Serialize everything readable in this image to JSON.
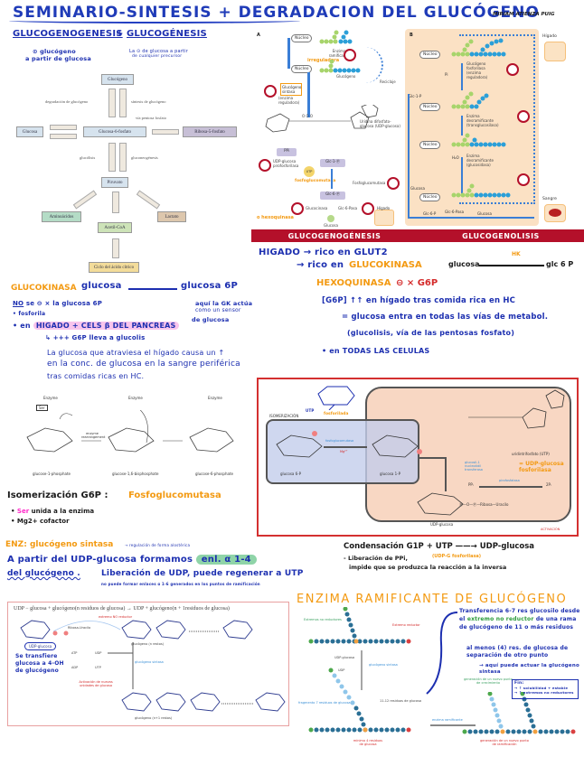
{
  "header": {
    "title": "SEMINARIO-SINTESIS + DEGRADACION DEL GLUCÓGENO",
    "author": "MIRIAM ATIENZA PUIG"
  },
  "intro": {
    "heading_left": "GLUCOGENOGENESIS",
    "plus": "+",
    "heading_right": "GLUCOGÉNESIS",
    "note_left_1": "⊙ glucógeno",
    "note_left_2": "a partir de glucosa",
    "note_right_1": "La ⊙ de glucosa a partir",
    "note_right_2": "de cualquier precursor"
  },
  "metabolic_map": {
    "nodes": {
      "glycogen": "Glucógeno",
      "glucose": "Glucosa",
      "g6p": "Glucosa-6-fosfato",
      "ribose5p": "Ribosa-5-fosfato",
      "pyruvate": "Piruvato",
      "amino_acids": "Aminoácidos",
      "lactate": "Lactato",
      "acetyl_coa": "Acetil-CoA",
      "citric_cycle": "Ciclo del ácido cítrico"
    },
    "labels": {
      "glycogen_degradation": "degradación de glucógeno",
      "glycogen_synthesis": "síntesis de glucógeno",
      "pentose_path": "vía pentosa fosfato",
      "glycolysis": "glucólisis",
      "gluconeogenesis": "gluconeogénesis"
    }
  },
  "figure_a": {
    "label": "A",
    "nucleus": "Núcleo",
    "branching_enzyme": "Enzima ramificante",
    "branching_note": "irreguladora",
    "glycogen": "Glucógeno",
    "recycle": "Reciclaje",
    "glycogen_synthase": "Glucógeno sintasa",
    "regulatory": "(enzima reguladora)",
    "udp_glucose": "Uridina difosfato-glucosa (UDP-glucosa)",
    "ppi": "PPi",
    "udp_pyro": "UDP-glucosa pirofosforilasa",
    "utp": "UTP",
    "glc1p": "Glc-1-Ⓟ",
    "glc6p": "Glc-6-Ⓟ",
    "phosphoglucomutase": "Fosfoglucomutasa",
    "phospho_note": "fosfoglucomutasa",
    "glucokinase": "Glucocinasa",
    "glc6pase": "Glc-6-Pasa",
    "hexokinase_note": "o hexoquinasa",
    "glucose": "Glucosa",
    "liver": "Hígado",
    "banner": "GLUCOGENOGÉNESIS"
  },
  "figure_b": {
    "label": "B",
    "liver": "Hígado",
    "nucleus": "Núcleo",
    "phosphorylase": "Glucógeno fosforilasa (enzima reguladora)",
    "pi": "Pi",
    "glc1p": "Glc-1-P",
    "debranch_trans": "Enzima desramificante (transglucosilasa)",
    "h2o": "H₂O",
    "debranch_gluco": "Enzima desramificante (glucosidasa)",
    "glucose_left": "Glucosa",
    "blood": "Sangre",
    "glc6p": "Glc-6-P",
    "glc6pase": "Glc-6-Pasa",
    "glucose_bottom": "Glucosa",
    "banner": "GLUCOGENOLISIS"
  },
  "liver_notes": {
    "line1": "HIGADO → rico en GLUT2",
    "line2_prefix": "→ rico en",
    "line2_highlight": "GLUCOKINASA",
    "reaction_from": "glucosa",
    "reaction_enzyme": "HK",
    "reaction_to": "glc 6 P"
  },
  "glucokinase": {
    "heading": "GLUCOKINASA",
    "reaction_from": "glucosa",
    "reaction_to": "glucosa 6P",
    "bullet1_no": "NO",
    "bullet1_rest": "se ⊖ × la glucosa 6P",
    "bullet2": "• fosforila",
    "bullet3_prefix": "• en",
    "bullet3_highlight": "HIGADO + CELS β DEL PANCREAS",
    "side_note_1": "aquí la GK actúa",
    "side_note_2": "como un sensor",
    "side_note_3": "de glucosa",
    "sub_note": "↳ +++ G6P lleva a glucolis",
    "para1": "La glucosa que atraviesa el hígado causa un ↑",
    "para2": "en la conc. de glucosa en la sangre periférica",
    "para3": "tras comidas ricas en HC."
  },
  "hexokinase": {
    "heading": "HEXOQUINASA",
    "inhibition": "⊖ × G6P",
    "line1": "[G6P] ↑↑ en hígado tras comida rica en HC",
    "line2": "= glucosa entra en todas las vías de metabol.",
    "line3": "(glucolisis, vía de las pentosas fosfato)",
    "line4": "• en TODAS LAS CELULAS"
  },
  "mechanism_figure": {
    "enzyme": "Enzyme",
    "ser": "Ser",
    "arrow_note": "enzyme rearrangement",
    "mol1": "glucose-1-phosphate",
    "mol2": "glucose-1,6-bisphosphate",
    "mol3": "glucose-6-phosphate"
  },
  "isomerization": {
    "heading_prefix": "Isomerización G6P :",
    "heading_enzyme": "Fosfoglucomutasa",
    "bullet1_ser": "Ser",
    "bullet1_rest": "unida a la enzima",
    "bullet2": "• Mg2+ cofactor"
  },
  "activation_figure": {
    "isomerization": "ISOMERIZACIÓN",
    "utp": "UTP",
    "note": "fosforilada",
    "phosphoglucomutase": "fosfoglucomutasa",
    "mg": "Mg²⁺",
    "g6p": "glucosa 6-P",
    "g1p": "glucosa 1-P",
    "utp_full": "uridintrifosfato (UTP)",
    "transferase": "glucosil-1 nucleotidil transferasa",
    "udp_note": "= UDP-glucosa fosforilasa",
    "ppi": "PPᵢ",
    "pyrophosphatase": "pirofosfatasa",
    "two_pi": "2Pᵢ",
    "ribose_uracil": "Ⓟ—O—Ⓟ—Ribosa—Uracilo",
    "udp_glucose": "UDP-glucosa",
    "activation": "ACTIVACIÓN"
  },
  "glycogen_synthase": {
    "heading": "ENZ: glucógeno sintasa",
    "heading_note": "→ regulación de forma alostérica",
    "line1_prefix": "A partir del UDP-glucosa formamos",
    "line1_highlight": "enl. α 1-4",
    "line2_prefix": "del glucógeno .",
    "line2_note": "Liberación de UDP, puede regenerar a UTP",
    "line3_note": "no puede formar enlaces α 1-6 generados en los puntos de ramificación"
  },
  "condensation": {
    "line1": "Condensación G1P + UTP ——→ UDP-glucosa",
    "enzyme_note": "(UDP-G fosforilasa)",
    "line2": "- Liberación de PPi,",
    "line3": "impide que se produzca la reacción a la inversa"
  },
  "synthase_figure": {
    "equation": "UDP − glucosa + glucógeno(n residuos de glucosa) → UDP + glucógeno(n + 1residuos de glucosa)",
    "non_reducing": "extremo NO reductor",
    "udp_glucose": "UDP-glucosa",
    "glycogen_n": "glucógeno (n restos)",
    "synthase": "glucógeno sintasa",
    "atp": "ATP",
    "adp": "ADP",
    "udp": "UDP",
    "utp": "UTP",
    "activation": "Activación de nuevas unidades de glucosa",
    "glycogen_n1": "glucógeno (n+1 restos)",
    "handwritten_1": "Se transfiere",
    "handwritten_2": "glucosa a 4-OH",
    "handwritten_3": "de glucógeno"
  },
  "branching_enzyme": {
    "heading": "ENZIMA RAMIFICANTE DE GLUCÓGENO",
    "non_reducing_ends": "Extremos no reductores",
    "reducing_end": "Extremo reductor",
    "udp_glucose": "UDP-glucosa",
    "udp": "UDP",
    "synthase": "glucógeno sintasa",
    "fragment": "fragmento 7 residuos de glucosa",
    "residues_11_12": "11-12 residuos de glucosa",
    "min_4": "mínimo 4 residuos de glucosa",
    "branching_enzyme": "enzima ramificante",
    "growth_point": "generación de un nuevo punto de crecimiento",
    "branch_point": "generación de un nuevo punto de ramificación",
    "note1": "Transferencia 6-7 res glucosilo desde el",
    "note1_hl": "extremo no reductor",
    "note1_end": "de una rama de glucógeno de 11 o más residuos",
    "note2": "al menos (4) res. de glucosa de separación de otro punto",
    "note3": "→ aquí puede actuar la glucógeno sintasa",
    "box_title": "Fin:",
    "box_1": "→ ↑ solubilidad + estable",
    "box_2": "→ ↑ extremos no reductores"
  }
}
